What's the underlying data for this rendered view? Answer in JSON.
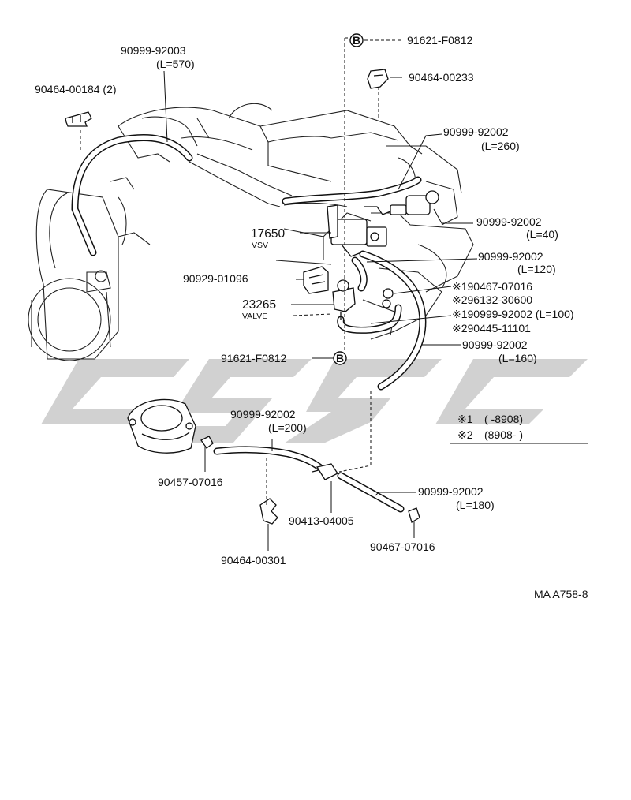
{
  "diagram": {
    "part_labels": {
      "clip_90464_00184": "90464-00184 (2)",
      "hose_90999_92003": "90999-92003",
      "hose_90999_92003_len": "(L=570)",
      "plug_91621_top": "91621-F0812",
      "clip_90464_00233": "90464-00233",
      "hose_260": "90999-92002",
      "hose_260_len": "(L=260)",
      "hose_40": "90999-92002",
      "hose_40_len": "(L=40)",
      "vsv_number": "17650",
      "vsv_name": "VSV",
      "hose_120": "90999-92002",
      "hose_120_len": "(L=120)",
      "bracket_90929": "90929-01096",
      "clamp_90467_s1": "※190467-07016",
      "part_96132_s2": "※296132-30600",
      "valve_number": "23265",
      "valve_name": "VALVE",
      "hose_100_s1": "※190999-92002 (L=100)",
      "part_90445_s2": "※290445-11101",
      "plug_91621_bottom": "91621-F0812",
      "hose_160": "90999-92002",
      "hose_160_len": "(L=160)",
      "hose_200": "90999-92002",
      "hose_200_len": "(L=200)",
      "clamp_90457": "90457-07016",
      "joint_90413": "90413-04005",
      "hose_180": "90999-92002",
      "hose_180_len": "(L=180)",
      "clamp_90467_bottom": "90467-07016",
      "clip_90464_00301": "90464-00301"
    },
    "markers": {
      "b_top": "B",
      "b_bottom": "B"
    },
    "legend": {
      "note1_mark": "※1",
      "note1_range": "(            -8908)",
      "note2_mark": "※2",
      "note2_range": "(8908-            )"
    },
    "reference": "MA A758-8"
  }
}
